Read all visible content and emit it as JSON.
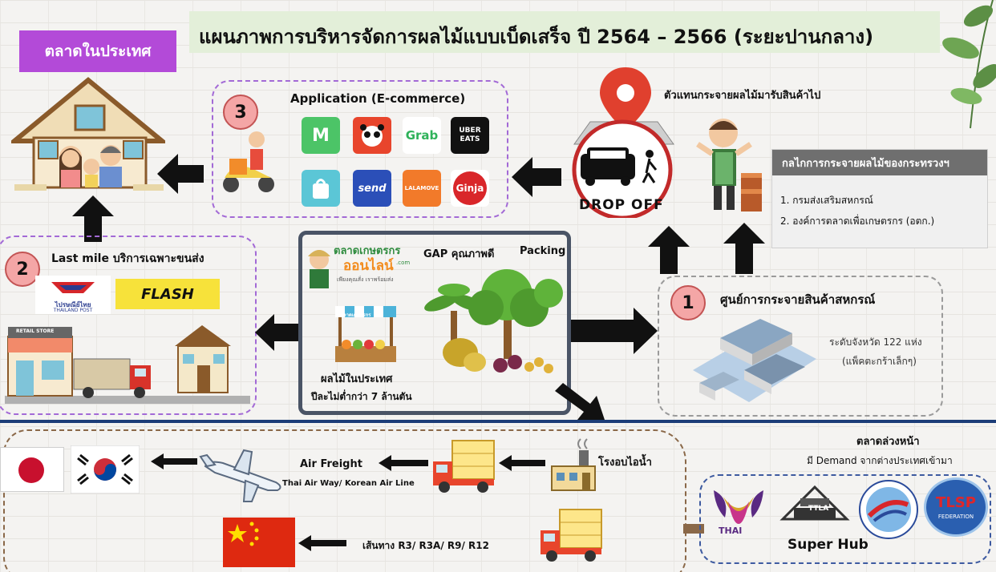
{
  "title": "แผนภาพการบริหารจัดการผลไม้แบบเบ็ดเสร็จ ปี 2564 – 2566 (ระยะปานกลาง)",
  "domestic_market": "ตลาดในประเทศ",
  "app_section": {
    "number": "3",
    "title": "Application (E-commerce)",
    "apps": [
      "M",
      "",
      "Grab",
      "UBER EATS",
      "",
      "send",
      "LALAMOVE",
      "Ginja"
    ]
  },
  "drop_off": {
    "caption": "ตัวแทนกระจายผลไม้มารับสินค้าไป",
    "label": "DROP OFF"
  },
  "mechanism": {
    "header": "กลไกการกระจายผลไม้ของกระทรวงฯ",
    "items": [
      "1. กรมส่งเสริมสหกรณ์",
      "2. องค์การตลาดเพื่อเกษตรกร (อตก.)"
    ]
  },
  "last_mile": {
    "number": "2",
    "title": "Last mile บริการเฉพาะขนส่ง",
    "thaipost": "ไปรษณีย์ไทย",
    "thaipost_en": "THAILAND POST",
    "flash": "FLASH",
    "store_label": "RETAIL STORE"
  },
  "center": {
    "brand": "ตลาดเกษตรกร",
    "brand_sub": "ออนไลน์",
    "brand_com": ".com",
    "brand_tag": "เพียงคุณสั่ง เราพร้อมส่ง",
    "stall_label": "ตลาดเกษตรกร",
    "quality": "GAP คุณภาพดี",
    "packing": "Packing",
    "fruit_line1": "ผลไม้ในประเทศ",
    "fruit_line2": "ปีละไม่ต่ำกว่า 7 ล้านตัน"
  },
  "coop_center": {
    "number": "1",
    "title": "ศูนย์การกระจายสินค้าสหกรณ์",
    "detail1": "ระดับจังหวัด 122 แห่ง",
    "detail2": "(แพ็คตะกร้าเล็กๆ)"
  },
  "export": {
    "steam_plant": "โรงอบไอน้ำ",
    "air_freight": "Air Freight",
    "airlines": "Thai Air Way/ Korean Air Line",
    "routes": "เส้นทาง R3/ R3A/ R9/ R12",
    "futures_market": "ตลาดล่วงหน้า",
    "demand": "มี Demand จากต่างประเทศเข้ามา",
    "super_hub": "Super Hub",
    "thai_logo": "THAI",
    "ttla_logo": "TTLA",
    "tlsp_logo": "TLSP",
    "tlsp_sub": "FEDERATION"
  },
  "colors": {
    "purple_badge": "#b34ad8",
    "title_bg": "#e3efd9",
    "number_circle": "#f4a6a6",
    "divider_blue": "#1c3d78"
  }
}
